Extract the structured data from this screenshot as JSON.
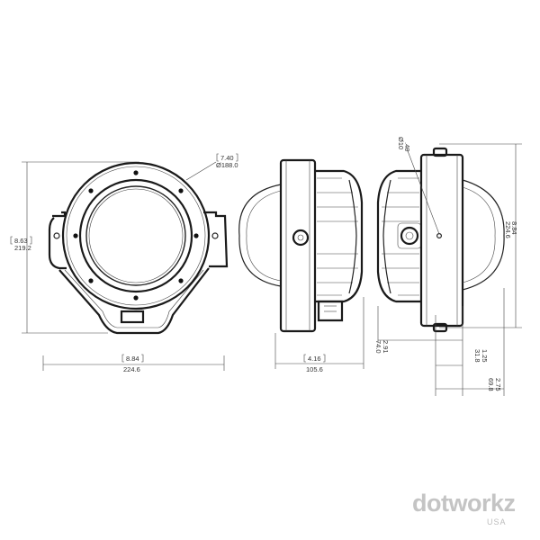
{
  "front_view": {
    "diameter": {
      "in": "7.40",
      "mm": "Ø188.0"
    },
    "height": {
      "in": "8.63",
      "mm": "219.2"
    },
    "width": {
      "in": "8.84",
      "mm": "224.6"
    }
  },
  "side_view": {
    "depth": {
      "in": "4.16",
      "mm": "105.6"
    }
  },
  "rear_view": {
    "hole": {
      "in": ".40",
      "mm": "Ø10"
    },
    "height": {
      "in": "8.84",
      "mm": "224.6"
    },
    "offset_1": {
      "in": "2.91",
      "mm": "74.0"
    },
    "offset_2": {
      "in": "1.25",
      "mm": "31.8"
    },
    "offset_3": {
      "in": "2.75",
      "mm": "69.8"
    }
  },
  "brand": {
    "name": "dotworkz",
    "sub": "USA"
  }
}
